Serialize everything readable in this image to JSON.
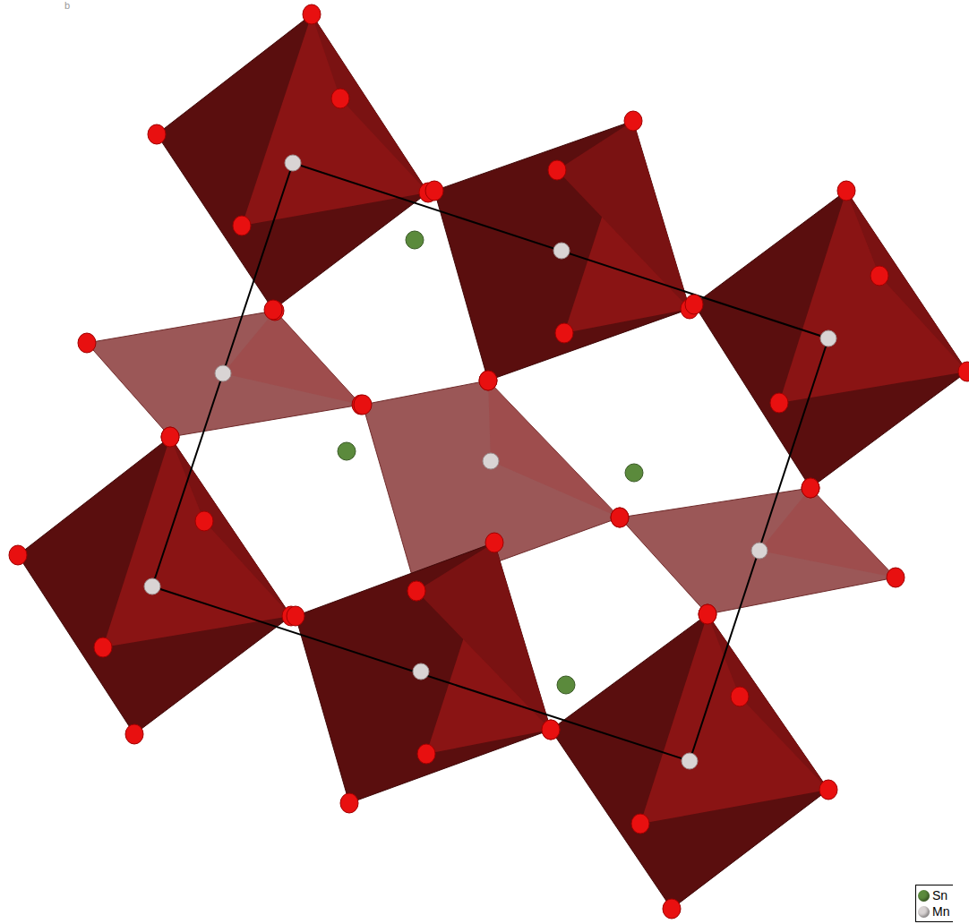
{
  "diagram": {
    "labels": [
      "b"
    ],
    "legend": [
      {
        "text": "Sn",
        "color": "#5b8a3c"
      },
      {
        "text": "Mn",
        "color": "#d9d4d4"
      }
    ]
  }
}
